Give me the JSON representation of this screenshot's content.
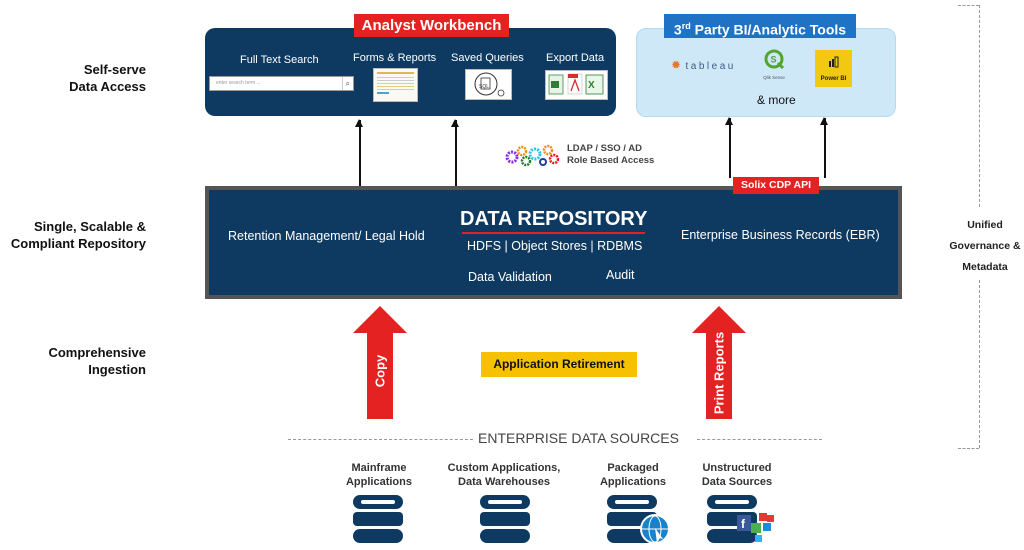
{
  "row_labels": {
    "self_serve": [
      "Self-serve",
      "Data Access"
    ],
    "repository": [
      "Single, Scalable &",
      "Compliant Repository"
    ],
    "ingestion": [
      "Comprehensive",
      "Ingestion"
    ]
  },
  "analyst_workbench": {
    "title": "Analyst Workbench",
    "full_text_search": "Full Text Search",
    "search_placeholder": "enter search term ...",
    "forms_reports": "Forms & Reports",
    "saved_queries": "Saved Queries",
    "export_data": "Export Data"
  },
  "bi_tools": {
    "title_prefix": "3",
    "title_sup": "rd",
    "title_rest": " Party BI/Analytic Tools",
    "tools": [
      "tableau",
      "Qlik Sense",
      "Power BI"
    ],
    "more": "& more"
  },
  "access": {
    "line1": "LDAP / SSO / AD",
    "line2": "Role Based Access"
  },
  "api_tag": "Solix CDP API",
  "repository": {
    "title": "DATA REPOSITORY",
    "stores": "HDFS | Object Stores | RDBMS",
    "left": "Retention Management/ Legal Hold",
    "right": "Enterprise Business Records (EBR)",
    "validation": "Data Validation",
    "audit": "Audit"
  },
  "ingestion": {
    "copy": "Copy",
    "print_reports": "Print Reports",
    "app_retirement": "Application Retirement"
  },
  "sources": {
    "header": "ENTERPRISE DATA SOURCES",
    "items": [
      {
        "line1": "Mainframe",
        "line2": "Applications"
      },
      {
        "line1": "Custom Applications,",
        "line2": "Data Warehouses"
      },
      {
        "line1": "Packaged",
        "line2": "Applications"
      },
      {
        "line1": "Unstructured",
        "line2": "Data Sources"
      }
    ]
  },
  "governance": [
    "Unified",
    "Governance &",
    "Metadata"
  ],
  "colors": {
    "navy": "#0e3a61",
    "red": "#e52222",
    "blue": "#1f72c4",
    "yellow": "#f6c100",
    "light_blue": "#cfe8f8"
  }
}
